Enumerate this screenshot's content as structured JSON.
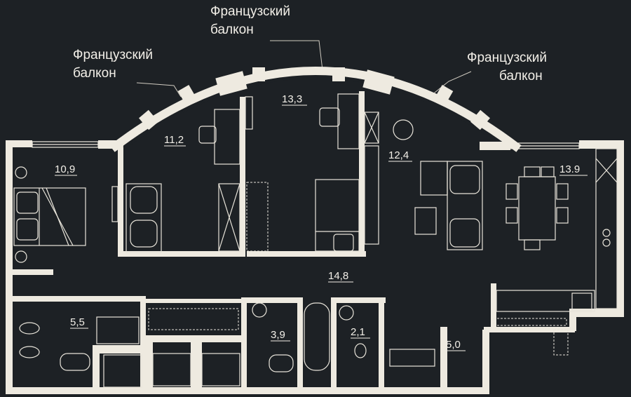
{
  "callouts": {
    "top": [
      "Французский",
      "балкон"
    ],
    "left": [
      "Французский",
      "балкон"
    ],
    "right": [
      "Французский",
      "балкон"
    ]
  },
  "rooms": {
    "bedroom1": "10,9",
    "room_11": "11,2",
    "room_13": "13,3",
    "living": "12,4",
    "kitchen": "13.9",
    "hall": "14,8",
    "bath_large": "5,5",
    "bath_small": "3,9",
    "wc": "2,1",
    "entrance": "5,0"
  },
  "colors": {
    "background": "#1d2125",
    "walls": "#eeeae0",
    "lines": "#e8e4da"
  }
}
